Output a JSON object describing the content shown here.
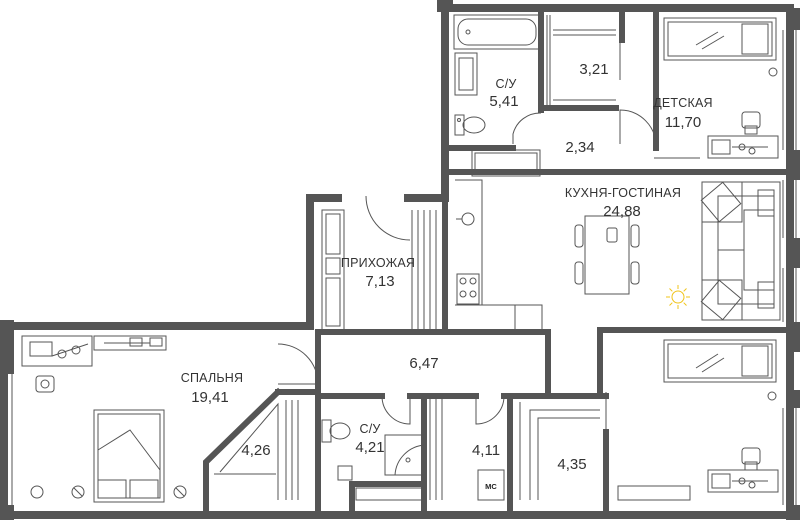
{
  "colors": {
    "wall": "#555555",
    "line": "#555555",
    "text": "#333333",
    "sun": "#f0c419"
  },
  "rooms": {
    "bath_top": {
      "name": "С/У",
      "area": "5,41"
    },
    "wardrobe_top": {
      "area": "3,21"
    },
    "kids": {
      "name": "ДЕТСКАЯ",
      "area": "11,70"
    },
    "hall_small": {
      "area": "2,34"
    },
    "kitchen_living": {
      "name": "КУХНЯ-ГОСТИНАЯ",
      "area": "24,88"
    },
    "entrance": {
      "name": "ПРИХОЖАЯ",
      "area": "7,13"
    },
    "corridor": {
      "area": "6,47"
    },
    "bedroom": {
      "name": "СПАЛЬНЯ",
      "area": "19,41"
    },
    "wardrobe_bed": {
      "area": "4,26"
    },
    "bath_bottom": {
      "name": "С/У",
      "area": "4,21"
    },
    "storage": {
      "area": "4,11",
      "badge": "МС"
    },
    "wardrobe_right": {
      "area": "4,35"
    }
  },
  "icons": [
    "sun-icon"
  ]
}
